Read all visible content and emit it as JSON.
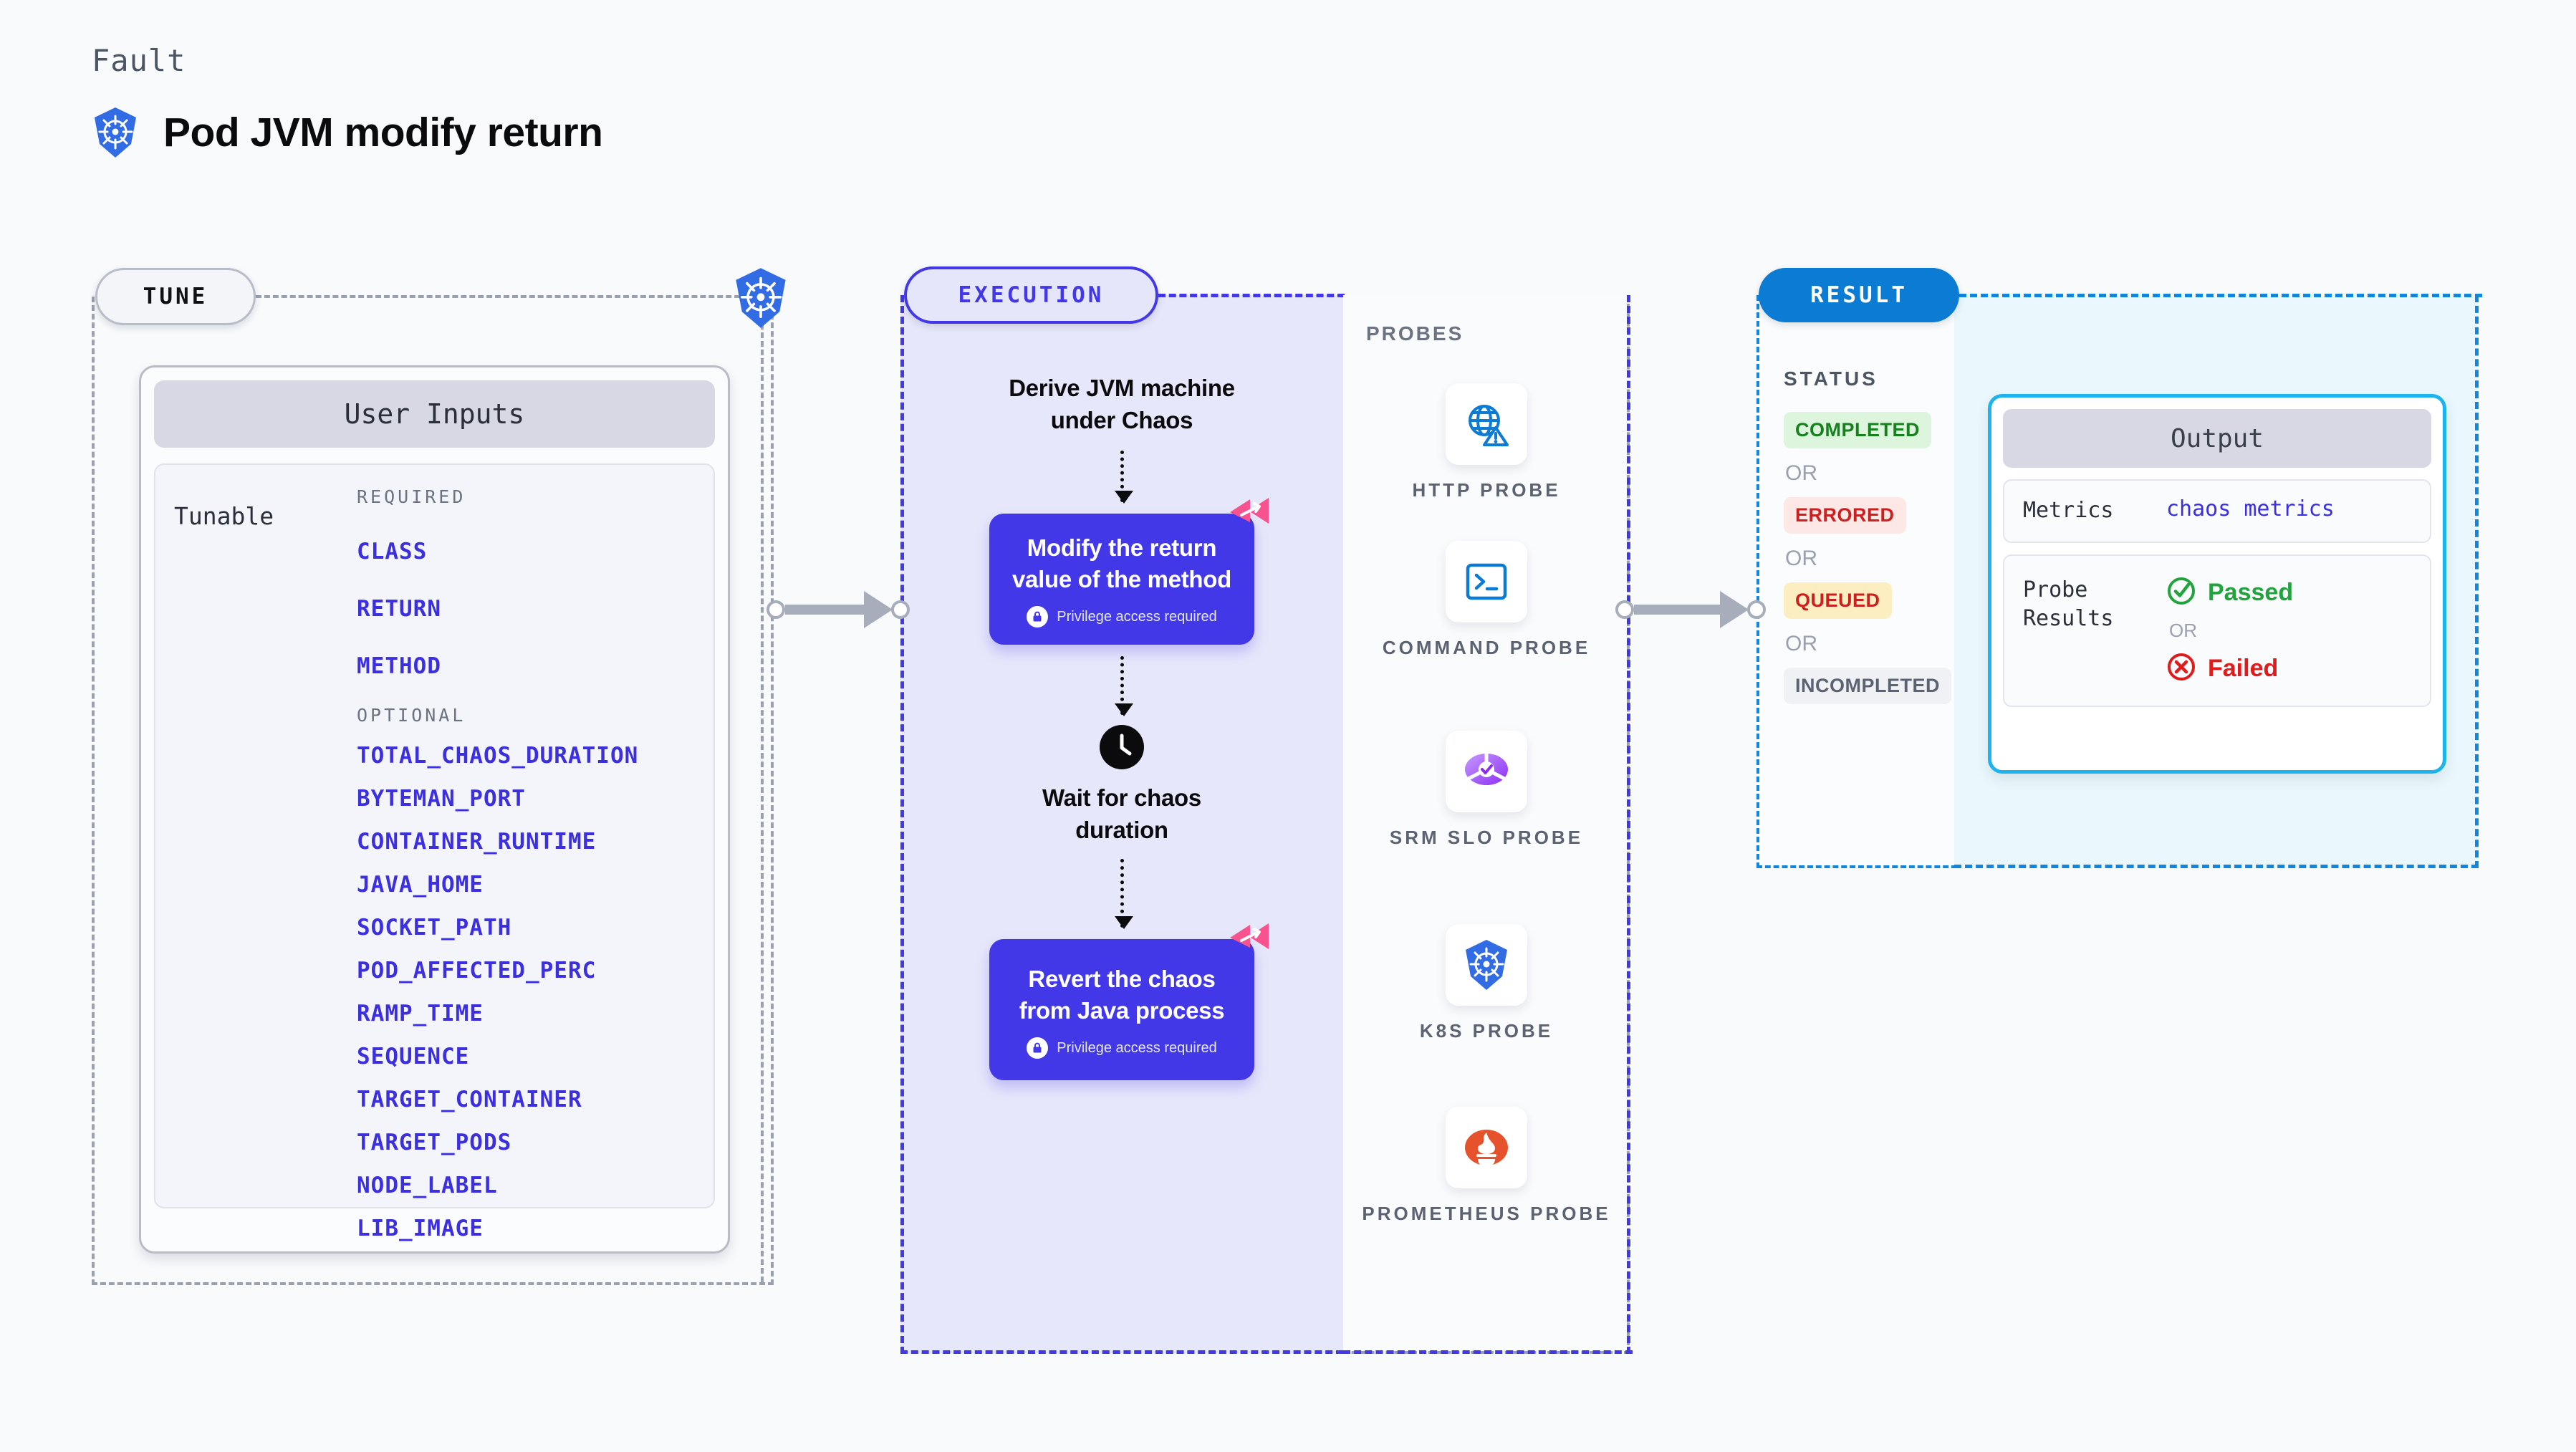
{
  "header": {
    "kicker": "Fault",
    "title": "Pod JVM modify return",
    "icon": "kubernetes-icon"
  },
  "colors": {
    "accent_purple": "#4338e8",
    "accent_blue": "#0b7bd4",
    "accent_cyan": "#1cb3ef",
    "tunable_link": "#3b2fe0",
    "muted": "#9aa0ad",
    "litmus_pink": "#f9538f",
    "passed_green": "#22a33d",
    "failed_red": "#e01b1b"
  },
  "tune": {
    "pill_label": "TUNE",
    "card_title": "User Inputs",
    "tunable_label": "Tunable",
    "required_label": "REQUIRED",
    "required": [
      "CLASS",
      "RETURN",
      "METHOD"
    ],
    "optional_label": "OPTIONAL",
    "optional": [
      "TOTAL_CHAOS_DURATION",
      "BYTEMAN_PORT",
      "CONTAINER_RUNTIME",
      "JAVA_HOME",
      "SOCKET_PATH",
      "POD_AFFECTED_PERC",
      "RAMP_TIME",
      "SEQUENCE",
      "TARGET_CONTAINER",
      "TARGET_PODS",
      "NODE_LABEL",
      "LIB_IMAGE"
    ]
  },
  "execution": {
    "pill_label": "EXECUTION",
    "step1_title": "Derive JVM machine under Chaos",
    "step2_title": "Modify the return value of the method",
    "step2_note": "Privilege access required",
    "step3_title": "Wait for chaos duration",
    "step3_icon": "clock-icon",
    "step4_title": "Revert the chaos from Java process",
    "step4_note": "Privilege access required"
  },
  "probes": {
    "section_label": "PROBES",
    "items": [
      {
        "name": "HTTP PROBE",
        "icon": "globe-warning-icon"
      },
      {
        "name": "COMMAND PROBE",
        "icon": "terminal-icon"
      },
      {
        "name": "SRM SLO PROBE",
        "icon": "srm-slo-icon"
      },
      {
        "name": "K8S PROBE",
        "icon": "kubernetes-icon"
      },
      {
        "name": "PROMETHEUS PROBE",
        "icon": "prometheus-icon"
      }
    ]
  },
  "result": {
    "pill_label": "RESULT",
    "status_label": "STATUS",
    "or_label": "OR",
    "statuses": [
      {
        "label": "COMPLETED",
        "bg": "#ddf5dd",
        "fg": "#17801f"
      },
      {
        "label": "ERRORED",
        "bg": "#fde8e6",
        "fg": "#cc2020"
      },
      {
        "label": "QUEUED",
        "bg": "#fdeec2",
        "fg": "#cc2020"
      },
      {
        "label": "INCOMPLETED",
        "bg": "#f0f1f5",
        "fg": "#5b6271"
      }
    ],
    "output": {
      "title": "Output",
      "metrics_key": "Metrics",
      "metrics_value": "chaos metrics",
      "probe_results_key": "Probe Results",
      "passed_label": "Passed",
      "failed_label": "Failed",
      "or_label": "OR"
    }
  }
}
